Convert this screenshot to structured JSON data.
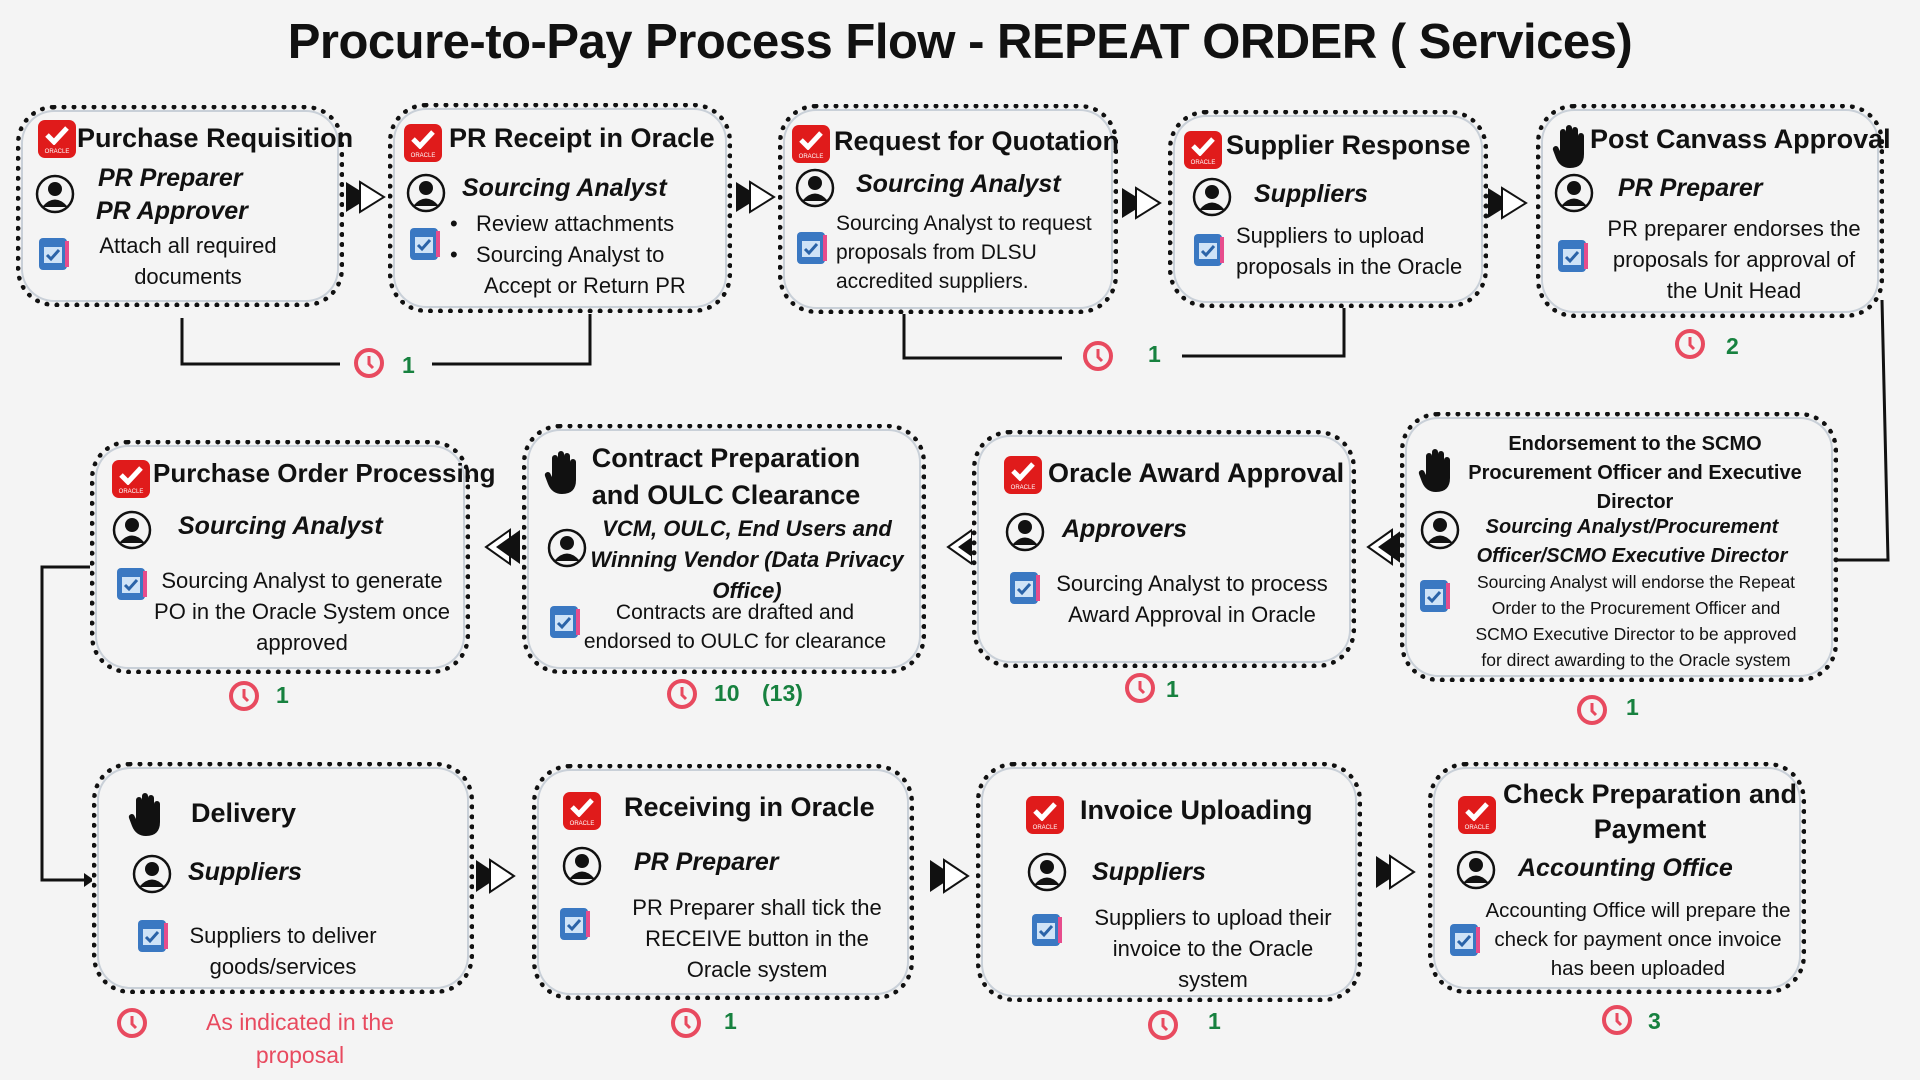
{
  "title": "Procure-to-Pay Process Flow - REPEAT ORDER ( Services)",
  "oracle_badge": "ORACLE",
  "steps": [
    {
      "title": "Purchase Requisition",
      "roles": [
        "PR Preparer",
        "PR Approver"
      ],
      "desc": [
        "Attach all required",
        "documents"
      ],
      "duration": "1",
      "icon": "oracle-check-icon"
    },
    {
      "title": "PR Receipt in Oracle",
      "roles": [
        "Sourcing Analyst"
      ],
      "bullets": [
        "Review attachments",
        "Sourcing Analyst to",
        "Accept or Return PR"
      ],
      "icon": "oracle-check-icon"
    },
    {
      "title": "Request for Quotation",
      "roles": [
        "Sourcing Analyst"
      ],
      "desc": [
        "Sourcing Analyst to request",
        "proposals from DLSU",
        "accredited suppliers."
      ],
      "duration": "1",
      "icon": "oracle-check-icon"
    },
    {
      "title": "Supplier Response",
      "roles": [
        "Suppliers"
      ],
      "desc": [
        "Suppliers to upload",
        "proposals in the Oracle"
      ],
      "icon": "oracle-check-icon"
    },
    {
      "title": "Post Canvass Approval",
      "roles": [
        "PR Preparer"
      ],
      "desc": [
        "PR preparer endorses the",
        "proposals for approval of",
        "the Unit Head"
      ],
      "duration": "2",
      "icon": "hand-icon"
    },
    {
      "title": [
        "Endorsement to the SCMO",
        "Procurement Officer and  Executive",
        "Director"
      ],
      "roles": [
        "Sourcing Analyst/Procurement",
        "Officer/SCMO Executive Director"
      ],
      "desc": [
        "Sourcing Analyst will endorse the Repeat",
        "Order to the Procurement Officer and",
        "SCMO Executive Director to be approved",
        "for direct awarding to the Oracle system"
      ],
      "duration": "1",
      "icon": "hand-icon"
    },
    {
      "title": "Oracle Award Approval",
      "roles": [
        "Approvers"
      ],
      "desc": [
        "Sourcing Analyst to process",
        "Award Approval in Oracle"
      ],
      "duration": "1",
      "icon": "oracle-check-icon"
    },
    {
      "title": [
        "Contract Preparation",
        "and OULC Clearance"
      ],
      "roles": [
        "VCM, OULC, End Users and",
        "Winning Vendor (Data Privacy",
        "Office)"
      ],
      "desc": [
        "Contracts are drafted and",
        "endorsed to OULC for clearance"
      ],
      "duration": "10",
      "duration_extra": "(13)",
      "icon": "hand-icon"
    },
    {
      "title": "Purchase Order Processing",
      "roles": [
        "Sourcing Analyst"
      ],
      "desc": [
        "Sourcing Analyst to generate",
        "PO in the Oracle System once",
        "approved"
      ],
      "duration": "1",
      "icon": "oracle-check-icon"
    },
    {
      "title": "Delivery",
      "roles": [
        "Suppliers"
      ],
      "desc": [
        "Suppliers to deliver",
        "goods/services"
      ],
      "duration_text": [
        "As indicated in the",
        "proposal"
      ],
      "icon": "hand-icon"
    },
    {
      "title": "Receiving in Oracle",
      "roles": [
        "PR Preparer"
      ],
      "desc": [
        "PR Preparer shall tick the",
        "RECEIVE button in the",
        "Oracle system"
      ],
      "duration": "1",
      "icon": "oracle-check-icon"
    },
    {
      "title": "Invoice Uploading",
      "roles": [
        "Suppliers"
      ],
      "desc": [
        "Suppliers to upload their",
        "invoice to the Oracle",
        "system"
      ],
      "duration": "1",
      "icon": "oracle-check-icon"
    },
    {
      "title": [
        "Check Preparation and",
        "Payment"
      ],
      "roles": [
        "Accounting Office"
      ],
      "desc": [
        "Accounting Office will prepare the",
        "check for payment once invoice",
        "has been uploaded"
      ],
      "duration": "3",
      "icon": "oracle-check-icon"
    }
  ],
  "colors": {
    "oracle_red": "#e01b1b",
    "duration_green": "#17813f",
    "clock_red": "#e84a5f"
  }
}
